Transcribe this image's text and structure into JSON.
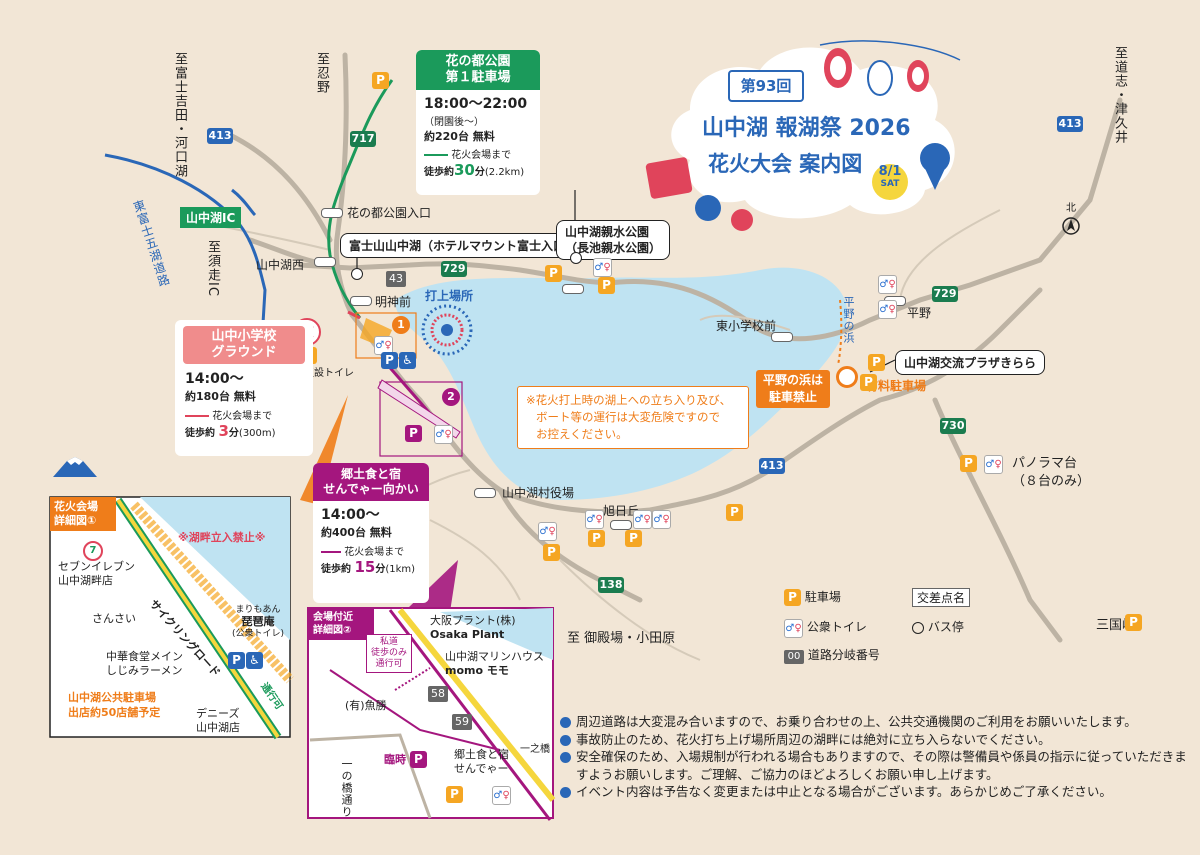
{
  "title": {
    "edition": "第93回",
    "main": "山中湖 報湖祭 2026",
    "sub": "花火大会 案内図",
    "date_month": "8",
    "date_day": "1",
    "date_dow": "SAT"
  },
  "compass": "北",
  "directions": {
    "fujiyoshida": "至富士吉田・河口湖",
    "oshino": "至忍野",
    "subashiri": "至須走IC",
    "doshi": "至道志・津久井",
    "gotemba": "至 御殿場・小田原"
  },
  "roads": {
    "r413a": "413",
    "r413b": "413",
    "r413c": "413",
    "r717": "717",
    "r729a": "729",
    "r729b": "729",
    "r730": "730",
    "r138": "138",
    "r43": "43",
    "expressway": "東富士五湖道路"
  },
  "places": {
    "ic": "山中湖IC",
    "hananomiyako_entrance": "花の都公園入口",
    "yamanakako_nishi": "山中湖西",
    "myojinmae": "明神前",
    "uchiage": "打上場所",
    "higashi_school": "東小学校前",
    "hirano_hama": "平野の浜",
    "hirano": "平野",
    "village_office": "山中湖村役場",
    "asahigaoka": "旭日丘",
    "panorama": "パノラマ台",
    "panorama_sub": "（８台のみ）",
    "mikuni": "三国峠",
    "kasetsu_toilet": "仮設トイレ",
    "paid_parking": "有料駐車場",
    "hirano_closed_line1": "平野の浜は",
    "hirano_closed_line2": "駐車禁止"
  },
  "callouts": {
    "fujisan_hotel": "富士山山中湖（ホテルマウント富士入口）",
    "shinsui_line1": "山中湖親水公園",
    "shinsui_line2": "（長池親水公園）",
    "kirara": "山中湖交流プラザきらら"
  },
  "warning": {
    "line1": "※花火打上時の湖上への立ち入り及び、",
    "line2": "ボート等の運行は大変危険ですので",
    "line3": "お控えください。"
  },
  "parking_hana": {
    "name1": "花の都公園",
    "name2": "第１駐車場",
    "time": "18:00～22:00",
    "time_note": "（閉園後～）",
    "capacity": "約220台 無料",
    "route_label": "花火会場まで",
    "walk_prefix": "徒歩約",
    "walk_min": "30",
    "walk_unit": "分",
    "walk_dist": "(2.2km)"
  },
  "parking_school": {
    "name1": "山中小学校",
    "name2": "グラウンド",
    "time": "14:00～",
    "capacity": "約180台 無料",
    "route_label": "花火会場まで",
    "walk_prefix": "徒歩約",
    "walk_min": "3",
    "walk_unit": "分",
    "walk_dist": "(300m)"
  },
  "parking_senjya": {
    "name1": "郷土食と宿",
    "name2": "せんでゃー向かい",
    "time": "14:00～",
    "capacity": "約400台 無料",
    "route_label": "花火会場まで",
    "walk_prefix": "徒歩約",
    "walk_min": "15",
    "walk_unit": "分",
    "walk_dist": "(1km)"
  },
  "legend": {
    "parking": "駐車場",
    "toilet": "公衆トイレ",
    "number": "道路分岐番号",
    "number_sample": "00",
    "crossing": "交差点名",
    "bus": "バス停"
  },
  "detail1": {
    "head1": "花火会場",
    "head2": "詳細図①",
    "noentry": "※湖畔立入禁止※",
    "seven1": "セブンイレブン",
    "seven2": "山中湖畔店",
    "cycling": "サイクリングロード",
    "sansai": "さんさい",
    "chuka1": "中華食堂メイン",
    "chuka2": "しじみラーメン",
    "biwa1": "まりもあん",
    "biwa2": "琵琶庵",
    "biwa3": "(公衆トイレ)",
    "dennys1": "デニーズ",
    "dennys2": "山中湖店",
    "kokyo1": "山中湖公共駐車場",
    "kokyo2": "出店約50店舗予定",
    "tsuko": "通行可"
  },
  "detail2": {
    "head1": "会場付近",
    "head2": "詳細図②",
    "private1": "私道",
    "private2": "徒歩のみ",
    "private3": "通行可",
    "osaka1": "大阪プラント(株)",
    "osaka2": "Osaka Plant",
    "marine1": "山中湖マリンハウス",
    "marine2": "momo モモ",
    "uokatsu": "(有)魚勝",
    "n58": "58",
    "n59": "59",
    "senjya1": "郷土食と宿",
    "senjya2": "せんでゃー",
    "ichinohashi": "一之橋",
    "temp": "臨時",
    "ichinohashi_dori": "一の橋通り"
  },
  "notes": [
    "周辺道路は大変混み合いますので、お乗り合わせの上、公共交通機関のご利用をお願いいたします。",
    "事故防止のため、花火打ち上げ場所周辺の湖畔には絶対に立ち入らないでください。",
    "安全確保のため、入場規制が行われる場合もありますので、その際は警備員や係員の指示に従っていただきますようお願いします。ご理解、ご協力のほどよろしくお願い申し上げます。",
    "イベント内容は予告なく変更または中止となる場合がございます。あらかじめご了承ください。"
  ],
  "colors": {
    "lake": "#bfe3f2",
    "land": "#f2e6d6",
    "green": "#1b9a5b",
    "pink": "#e0445b",
    "orange": "#ef7d1a",
    "purple": "#a4167e",
    "blue": "#2a67b7",
    "parking": "#f5a623"
  },
  "icons": [
    "parking-icon",
    "toilet-icon",
    "bus-stop-icon",
    "wheelchair-icon",
    "fireworks-icon",
    "compass-icon",
    "lantern-icon",
    "fuji-icon"
  ]
}
